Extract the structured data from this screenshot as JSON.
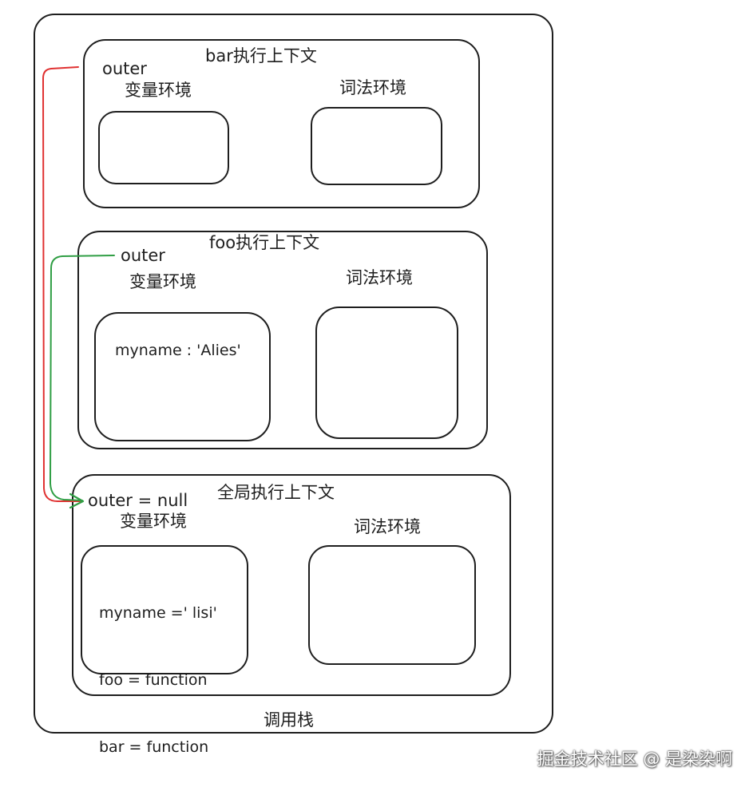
{
  "stack": {
    "label": "调用栈"
  },
  "bar_context": {
    "title": "bar执行上下文",
    "outer": "outer",
    "variable_env": "变量环境",
    "lexical_env": "词法环境"
  },
  "foo_context": {
    "title": "foo执行上下文",
    "outer": "outer",
    "variable_env": "变量环境",
    "lexical_env": "词法环境",
    "variables": [
      "myname : 'Alies'"
    ]
  },
  "global_context": {
    "title": "全局执行上下文",
    "outer": "outer = null",
    "variable_env": "变量环境",
    "lexical_env": "词法环境",
    "variables": [
      "myname =' lisi'",
      "foo = function",
      "bar = function"
    ]
  },
  "arrows": {
    "bar_outer_color": "#e03131",
    "foo_outer_color": "#2f9e44"
  },
  "watermark": "掘金技术社区 @ 是染染啊"
}
